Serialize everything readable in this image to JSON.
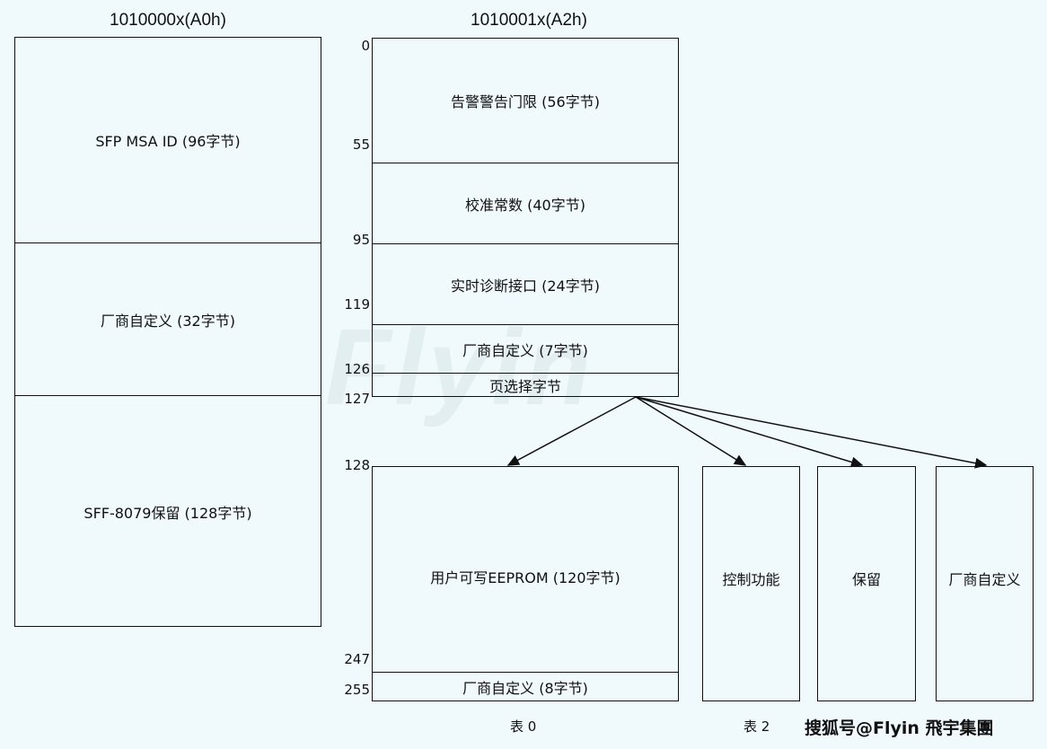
{
  "watermark": "Flyin",
  "left_table": {
    "header": "1010000x(A0h)",
    "rows": [
      {
        "label": "SFP MSA ID (96字节)"
      },
      {
        "label": "厂商自定义 (32字节)"
      },
      {
        "label": "SFF-8079保留 (128字节)"
      }
    ]
  },
  "right_table": {
    "header": "1010001x(A2h)",
    "rows": [
      {
        "label": "告警警告门限 (56字节)"
      },
      {
        "label": "校准常数 (40字节)"
      },
      {
        "label": "实时诊断接口 (24字节)"
      },
      {
        "label": "厂商自定义 (7字节)"
      },
      {
        "label": "页选择字节"
      }
    ],
    "offsets": [
      "0",
      "55",
      "95",
      "119",
      "126",
      "127"
    ]
  },
  "table0": {
    "offsets": [
      "128",
      "247",
      "255"
    ],
    "rows": [
      {
        "label": "用户可写EEPROM (120字节)"
      },
      {
        "label": "厂商自定义 (8字节)"
      }
    ],
    "caption": "表 0"
  },
  "table2": {
    "boxes": [
      {
        "label": "控制功能"
      },
      {
        "label": "保留"
      },
      {
        "label": "厂商自定义"
      }
    ],
    "caption": "表 2"
  },
  "credit": "搜狐号@Flyin 飛宇集團"
}
